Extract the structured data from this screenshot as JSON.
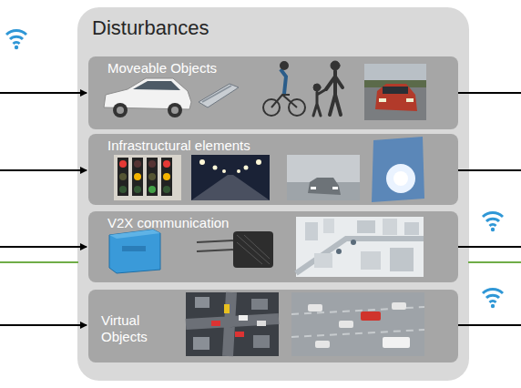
{
  "diagram": {
    "nodes": [
      {
        "text": [
          "Disturbances"
        ]
      },
      {
        "text": [
          "Moveable Objects"
        ],
        "in": 0
      },
      {
        "text": [
          "Infrastructural elements"
        ],
        "in": 0
      },
      {
        "text": [
          "V2X communication"
        ],
        "in": 0
      },
      {
        "text": [
          "Virtual Objects"
        ],
        "in": 0
      }
    ]
  }
}
